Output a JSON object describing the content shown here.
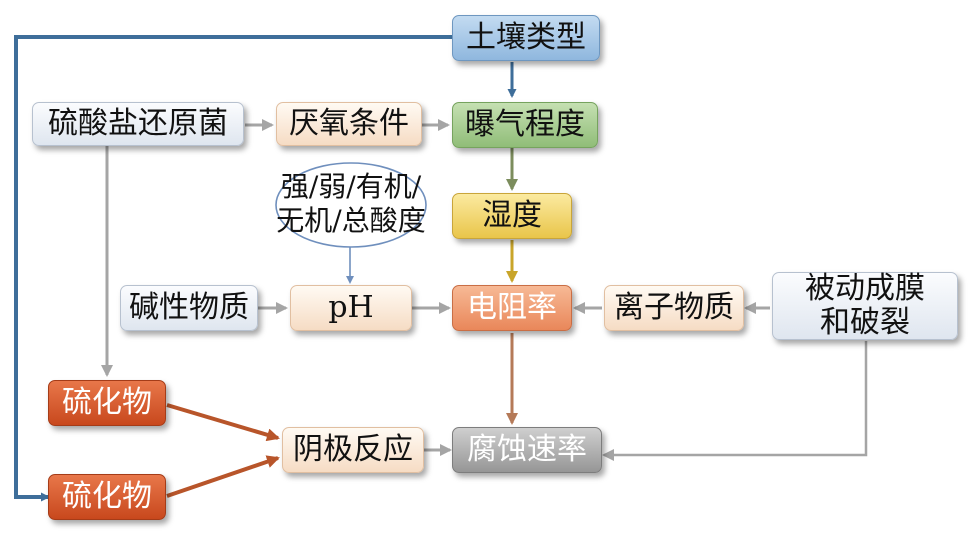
{
  "nodes": {
    "soil_type": "土壤类型",
    "srb": "硫酸盐还原菌",
    "anaerobic": "厌氧条件",
    "aeration": "曝气程度",
    "humidity": "湿度",
    "alkaline": "碱性物质",
    "ph": "pH",
    "resistivity": "电阻率",
    "ionic": "离子物质",
    "passive_line1": "被动成膜",
    "passive_line2": "和破裂",
    "sulfide_1": "硫化物",
    "sulfide_2": "硫化物",
    "cathodic": "阴极反应",
    "corrosion_rate": "腐蚀速率"
  },
  "acid_note": {
    "line1": "强/弱/有机/",
    "line2": "无机/总酸度"
  },
  "colors": {
    "blue_arrow": "#3e6e9a",
    "gray_arrow": "#a5a5a5",
    "olive_arrow": "#7c8d5d",
    "gold_arrow": "#c9a52a",
    "brown_arrow": "#b57a58",
    "orange_arrow": "#b8552a",
    "note_ellipse": "#6f8fbd"
  }
}
